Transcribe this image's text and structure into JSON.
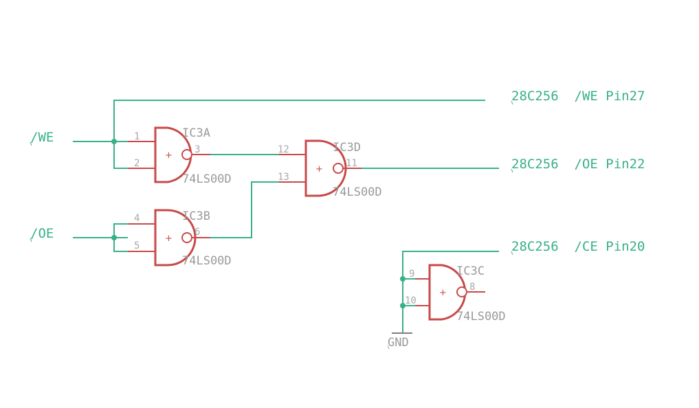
{
  "colors": {
    "wire": "#38b088",
    "symbol": "#c94848",
    "text": "#9a9a9a",
    "background": "#ffffff"
  },
  "nets": {
    "we": "/WE",
    "oe": "/OE",
    "we_pin": "28C256  /WE Pin27",
    "oe_pin": "28C256  /OE Pin22",
    "ce_pin": "28C256  /CE Pin20",
    "gnd": "GND"
  },
  "gates": {
    "a": {
      "name": "IC3A",
      "value": "74LS00D",
      "in1": "1",
      "in2": "2",
      "out": "3"
    },
    "b": {
      "name": "IC3B",
      "value": "74LS00D",
      "in1": "4",
      "in2": "5",
      "out": "6"
    },
    "c": {
      "name": "IC3C",
      "value": "74LS00D",
      "in1": "9",
      "in2": "10",
      "out": "8"
    },
    "d": {
      "name": "IC3D",
      "value": "74LS00D",
      "in1": "12",
      "in2": "13",
      "out": "11"
    }
  },
  "gate_symbol": "+"
}
